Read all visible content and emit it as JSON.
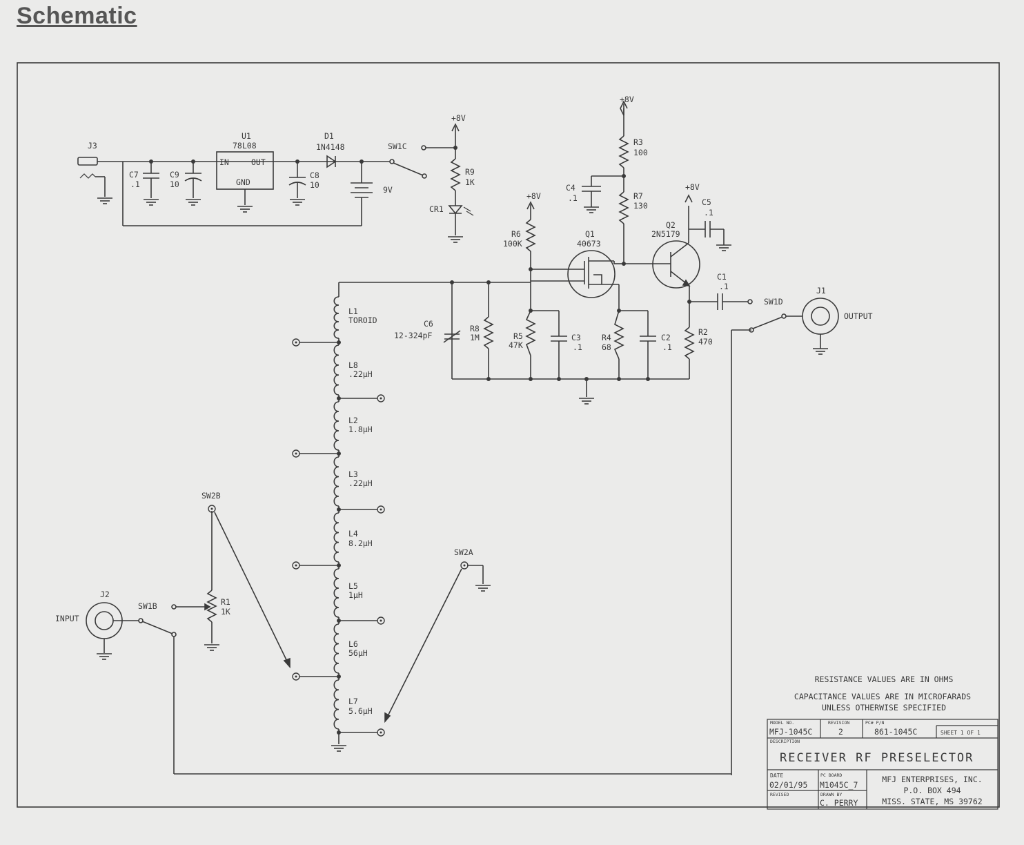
{
  "heading": "Schematic",
  "components": {
    "j3": "J3",
    "u1": "U1",
    "u1_part": "78L08",
    "u1_in": "IN",
    "u1_out": "OUT",
    "u1_gnd": "GND",
    "d1": "D1",
    "d1_part": "1N4148",
    "c7": "C7",
    "c7_val": ".1",
    "c9": "C9",
    "c9_val": "10",
    "c8": "C8",
    "c8_val": "10",
    "bat_val": "9V",
    "sw1c": "SW1C",
    "plus8v": "+8V",
    "r9": "R9",
    "r9_val": "1K",
    "cr1": "CR1",
    "r3": "R3",
    "r3_val": "100",
    "r7": "R7",
    "r7_val": "130",
    "c4": "C4",
    "c4_val": ".1",
    "r6": "R6",
    "r6_val": "100K",
    "q1": "Q1",
    "q1_part": "40673",
    "q2": "Q2",
    "q2_part": "2N5179",
    "c5": "C5",
    "c5_val": ".1",
    "c1": "C1",
    "c1_val": ".1",
    "sw1d": "SW1D",
    "j1": "J1",
    "output": "OUTPUT",
    "l1": "L1",
    "l1_val": "TOROID",
    "c6": "C6",
    "c6_val": "12-324pF",
    "r8": "R8",
    "r8_val": "1M",
    "r5": "R5",
    "r5_val": "47K",
    "c3": "C3",
    "c3_val": ".1",
    "r4": "R4",
    "r4_val": "68",
    "c2": "C2",
    "c2_val": ".1",
    "r2": "R2",
    "r2_val": "470",
    "l8": "L8",
    "l8_val": ".22µH",
    "l2": "L2",
    "l2_val": "1.8µH",
    "l3": "L3",
    "l3_val": ".22µH",
    "l4": "L4",
    "l4_val": "8.2µH",
    "l5": "L5",
    "l5_val": "1µH",
    "l6": "L6",
    "l6_val": "56µH",
    "l7": "L7",
    "l7_val": "5.6µH",
    "sw2b": "SW2B",
    "sw2a": "SW2A",
    "j2": "J2",
    "input": "INPUT",
    "sw1b": "SW1B",
    "r1": "R1",
    "r1_val": "1K"
  },
  "notes": {
    "line1": "RESISTANCE VALUES ARE IN OHMS",
    "line2": "CAPACITANCE VALUES ARE IN MICROFARADS",
    "line3": "UNLESS OTHERWISE SPECIFIED"
  },
  "title_block": {
    "model_label": "MODEL NO.",
    "model": "MFJ-1045C",
    "revision_label": "REVISION",
    "revision": "2",
    "pcb_label": "PC# P/N",
    "pcb": "861-1045C",
    "sheet": "SHEET 1 OF 1",
    "description_label": "DESCRIPTION",
    "description": "RECEIVER RF PRESELECTOR",
    "date_label": "DATE",
    "date": "02/01/95",
    "board_label": "PC BOARD",
    "board": "M1045C_7",
    "revised_label": "REVISED",
    "drawn_label": "DRAWN BY",
    "drawn": "C. PERRY",
    "company": "MFJ ENTERPRISES, INC.",
    "address1": "P.O. BOX 494",
    "address2": "MISS. STATE, MS 39762"
  }
}
